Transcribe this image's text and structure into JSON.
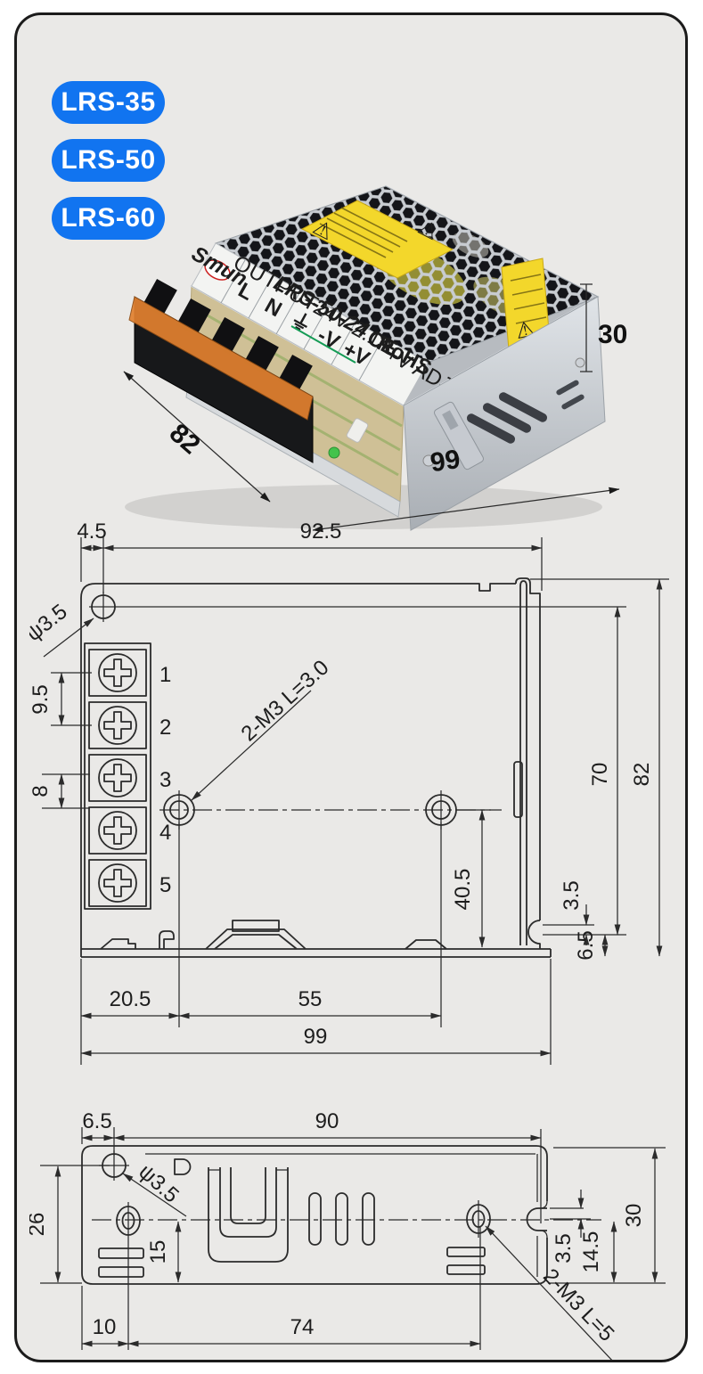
{
  "colors": {
    "accent_blue": "#1174f0",
    "card_bg": "#eae9e7",
    "label_yellow": "#f3d72b",
    "brand_red": "#cc2222",
    "model_green": "#149b55",
    "line": "#2b2b2b"
  },
  "badges": {
    "items": [
      "LRS-35",
      "LRS-50",
      "LRS-60"
    ]
  },
  "photo": {
    "dim_width": "82",
    "dim_length": "99",
    "dim_height": "30",
    "brand": "Smun",
    "model": "LRS-50-24",
    "output_label": "OUTPUT",
    "rating": "+24V 2.1A",
    "terminals": [
      "L",
      "N",
      "⏚",
      "-V",
      "+V"
    ],
    "ce_mark": "CE",
    "rohs_mark": "RoHS",
    "adj_label": "+V ADJ",
    "icons": {
      "warning": "⚠"
    }
  },
  "front_view": {
    "dim_top_offset": "4.5",
    "dim_top_width": "92.5",
    "hole_dia": "ψ3.5",
    "dim_pitch_a": "9.5",
    "dim_pitch_b": "8",
    "terminal_numbers": [
      "1",
      "2",
      "3",
      "4",
      "5"
    ],
    "mount_note": "2-M3 L=3.0",
    "dim_h_inner": "70",
    "dim_h_outer": "82",
    "dim_hole_bottom": "40.5",
    "dim_notch_a": "3.5",
    "dim_notch_b": "6.5",
    "dim_left": "20.5",
    "dim_holes": "55",
    "dim_length": "99"
  },
  "bottom_view": {
    "dim_left_offset": "6.5",
    "dim_width": "90",
    "hole_dia": "ψ3.5",
    "dim_height_left": "26",
    "dim_hole_bottom": "15",
    "dim_left": "10",
    "dim_holes": "74",
    "mount_note": "2-M3 L=5",
    "dim_notch": "3.5",
    "dim_notch_edge": "14.5",
    "dim_height": "30"
  }
}
